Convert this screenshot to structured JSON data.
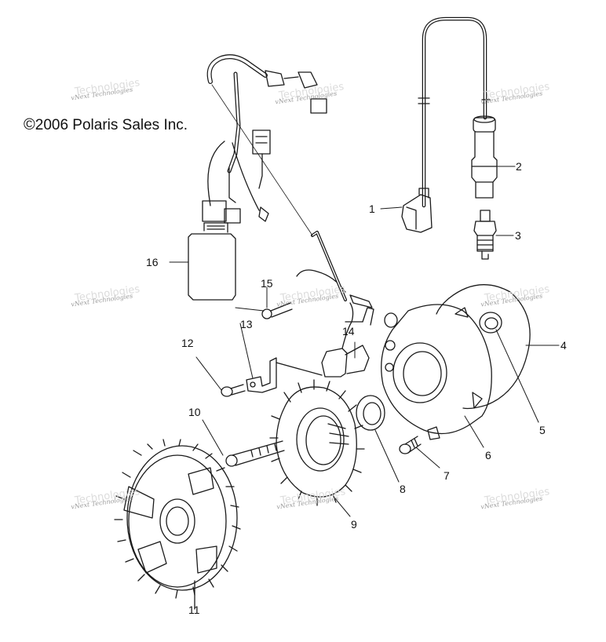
{
  "copyright": {
    "symbol": "©",
    "text": "2006 Polaris Sales Inc."
  },
  "watermark": {
    "text": "vNext Technologies",
    "ghost": "Technologies"
  },
  "callouts": [
    "1",
    "2",
    "3",
    "4",
    "5",
    "6",
    "7",
    "8",
    "9",
    "10",
    "11",
    "12",
    "13",
    "14",
    "15",
    "16"
  ],
  "parts": [
    {
      "ref": "1",
      "icon": "ignition-coil-icon"
    },
    {
      "ref": "2",
      "icon": "spark-plug-boot-icon"
    },
    {
      "ref": "3",
      "icon": "spark-plug-icon"
    },
    {
      "ref": "4",
      "icon": "gasket-icon"
    },
    {
      "ref": "5",
      "icon": "seal-icon"
    },
    {
      "ref": "6",
      "icon": "stator-housing-icon"
    },
    {
      "ref": "7",
      "icon": "screw-icon"
    },
    {
      "ref": "8",
      "icon": "oil-seal-icon"
    },
    {
      "ref": "9",
      "icon": "stator-icon"
    },
    {
      "ref": "10",
      "icon": "bolt-icon"
    },
    {
      "ref": "11",
      "icon": "flywheel-icon"
    },
    {
      "ref": "12",
      "icon": "screw-icon"
    },
    {
      "ref": "13",
      "icon": "bracket-icon"
    },
    {
      "ref": "14",
      "icon": "trigger-sensor-icon"
    },
    {
      "ref": "15",
      "icon": "screw-icon"
    },
    {
      "ref": "16",
      "icon": "cdi-box-icon"
    }
  ],
  "colors": {
    "line": "#1a1a1a",
    "watermark": "#9a9a9a"
  }
}
